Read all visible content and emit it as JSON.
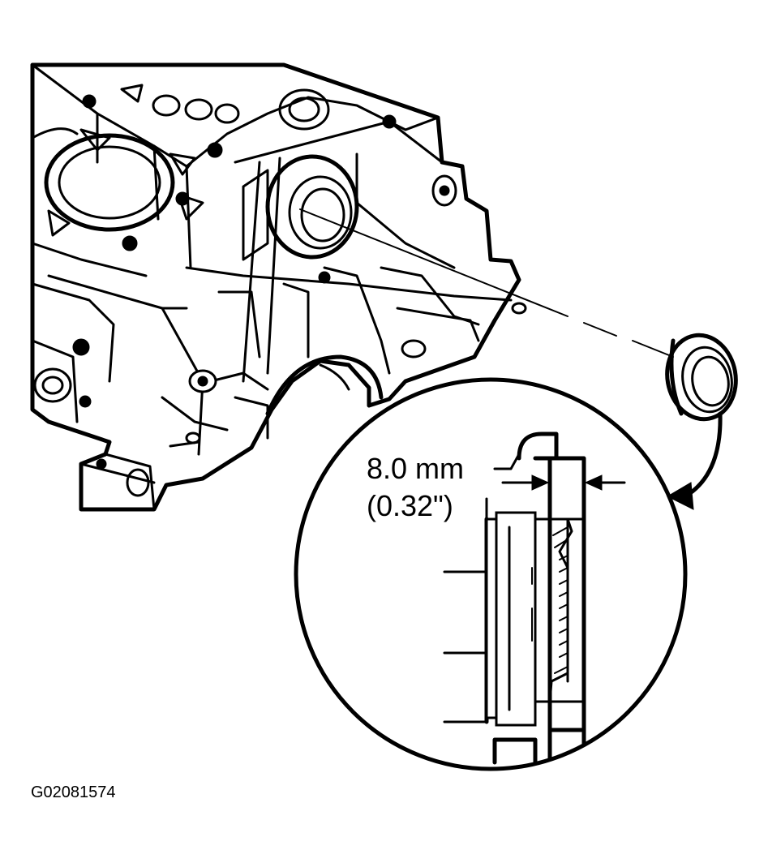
{
  "measurement": {
    "metric": "8.0 mm",
    "imperial": "(0.32\")"
  },
  "figure_id": "G02081574",
  "colors": {
    "ink": "#000000",
    "paper": "#ffffff"
  }
}
